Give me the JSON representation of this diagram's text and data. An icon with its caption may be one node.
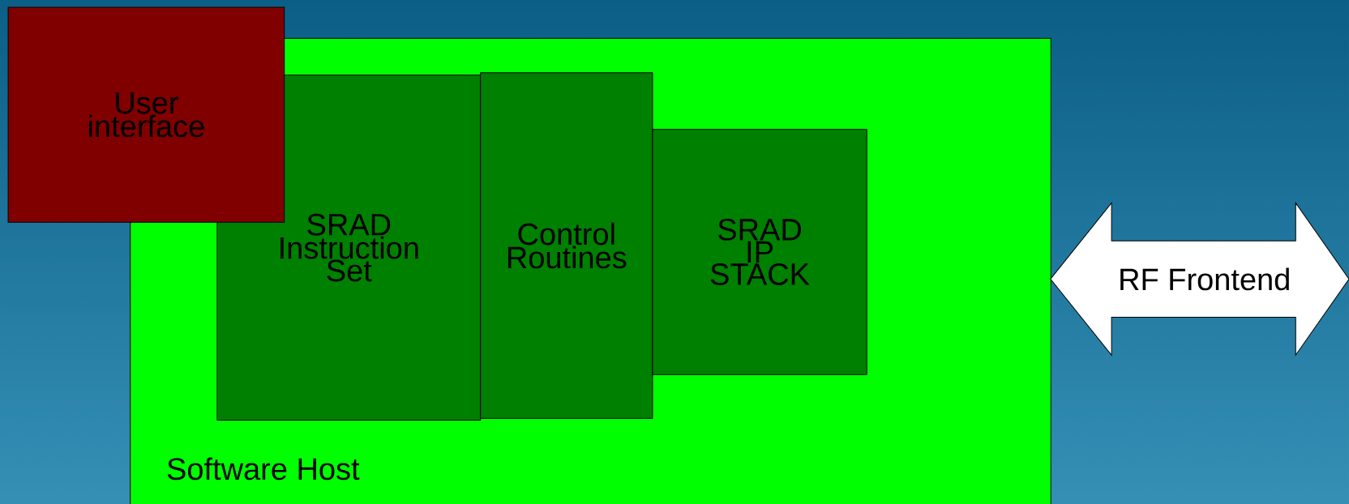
{
  "diagram": {
    "nodes": [
      {
        "text": [
          "User interface"
        ]
      },
      {
        "text": [
          "Software Host"
        ]
      },
      {
        "text": [
          "SRAD Instruction Set"
        ],
        "in": 1
      },
      {
        "text": [
          "Control Routines"
        ],
        "in": 1
      },
      {
        "text": [
          "SRAD IP STACK"
        ],
        "in": 1
      },
      {
        "text": [
          "RF Frontend"
        ]
      }
    ]
  }
}
